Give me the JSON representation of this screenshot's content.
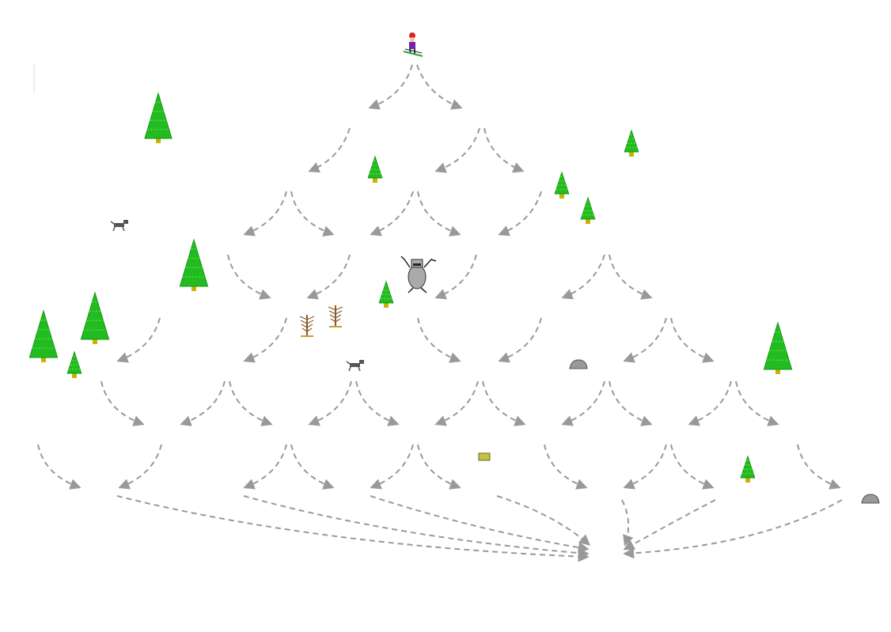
{
  "game": {
    "title": "",
    "background_color": "#ffffff",
    "path_color": "#999999",
    "tree_color": "#22bb22",
    "trunk_color": "#c8b400",
    "rock_color": "#999999",
    "yeti_color": "#aaaaaa",
    "dog_color": "#555555",
    "skier": {
      "hat": "#dd2222",
      "body": "#7722aa",
      "skis": "#22aa44",
      "icon": "skier-icon"
    },
    "objects": [
      {
        "kind": "skier",
        "name": "skier-player"
      },
      {
        "kind": "yeti",
        "name": "yeti-monster"
      },
      {
        "kind": "tree",
        "name": "pine-tree"
      },
      {
        "kind": "dead-tree",
        "name": "dead-tree"
      },
      {
        "kind": "rock",
        "name": "rock"
      },
      {
        "kind": "dog",
        "name": "dog"
      },
      {
        "kind": "stump",
        "name": "tree-stump"
      }
    ]
  }
}
